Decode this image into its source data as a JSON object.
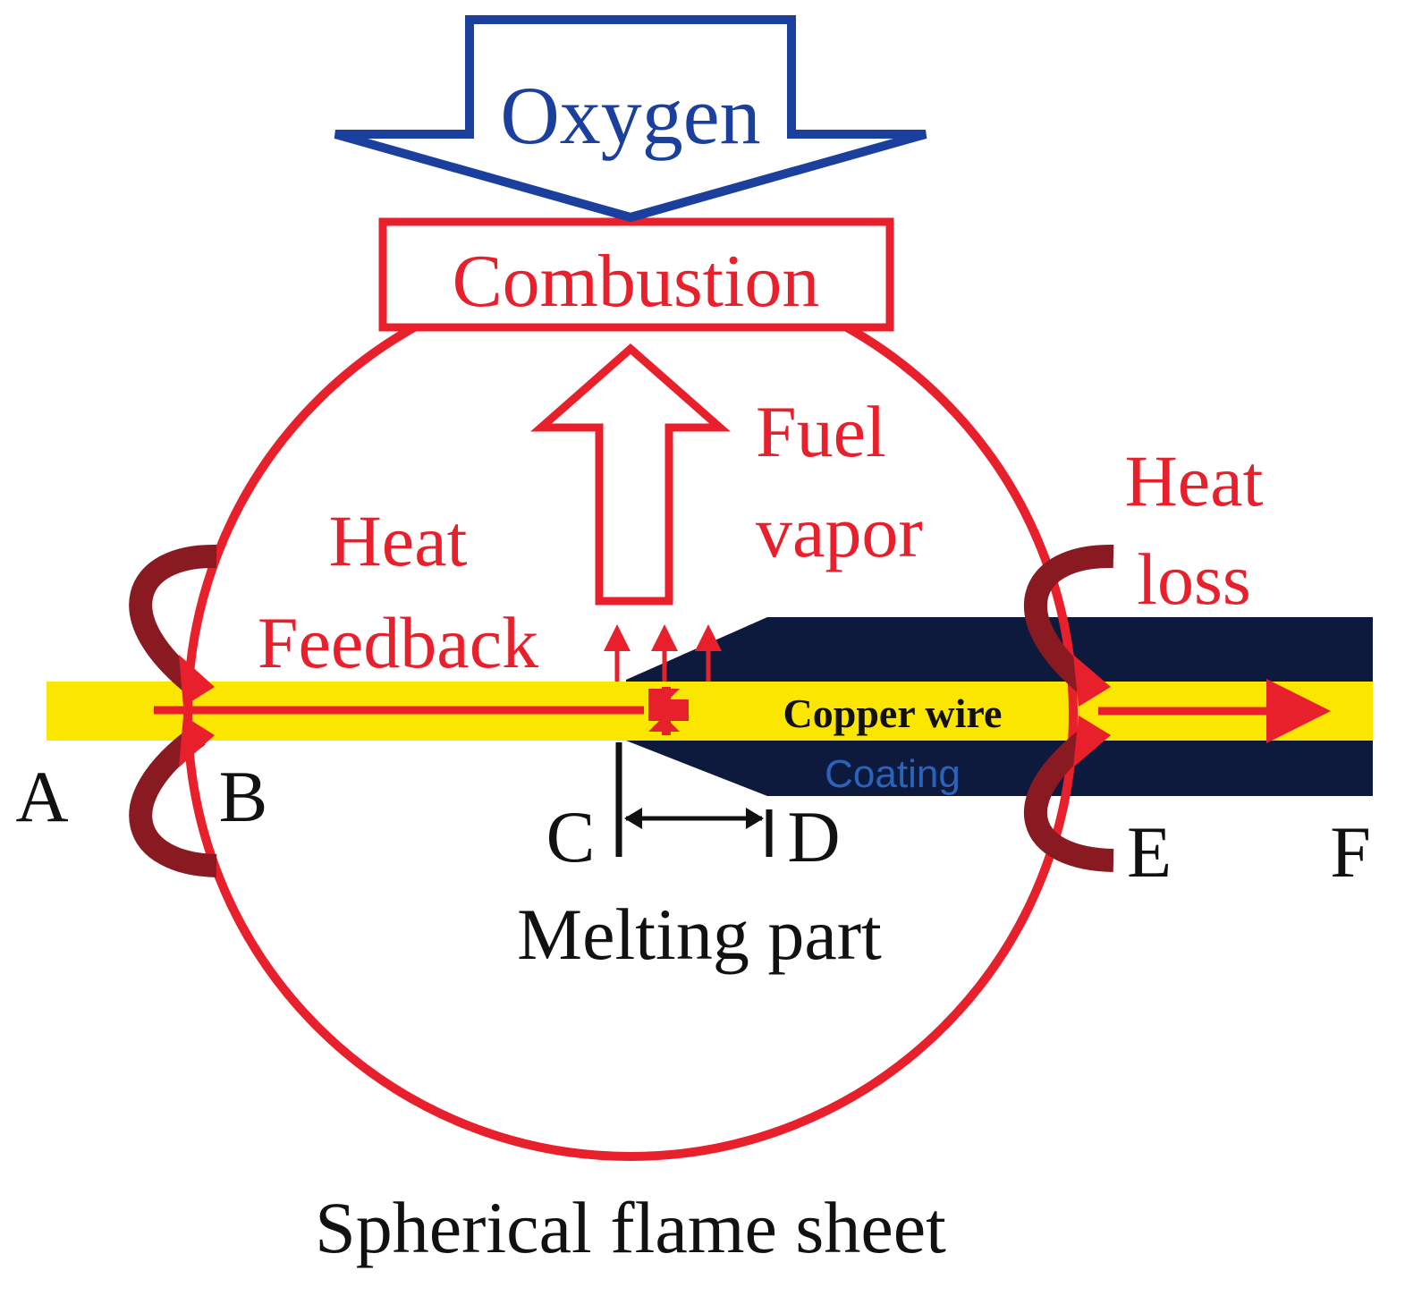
{
  "labels": {
    "oxygen": "Oxygen",
    "combustion": "Combustion",
    "fuel_line1": "Fuel",
    "fuel_line2": "vapor",
    "heat_feedback_line1": "Heat",
    "heat_feedback_line2": "Feedback",
    "heat_loss_line1": "Heat",
    "heat_loss_line2": "loss",
    "copper_wire": "Copper wire",
    "coating": "Coating",
    "point_a": "A",
    "point_b": "B",
    "point_c": "C",
    "point_d": "D",
    "point_e": "E",
    "point_f": "F",
    "melting_part": "Melting part",
    "flame_sheet": "Spherical flame sheet"
  },
  "colors": {
    "flame_red": "#e8202c",
    "oxygen_blue": "#1a3f9c",
    "wire_yellow": "#fbe600",
    "coating_navy": "#0d1a3d",
    "coating_text": "#2b63b8",
    "dark_red": "#8a1a22",
    "ink": "#111111"
  }
}
